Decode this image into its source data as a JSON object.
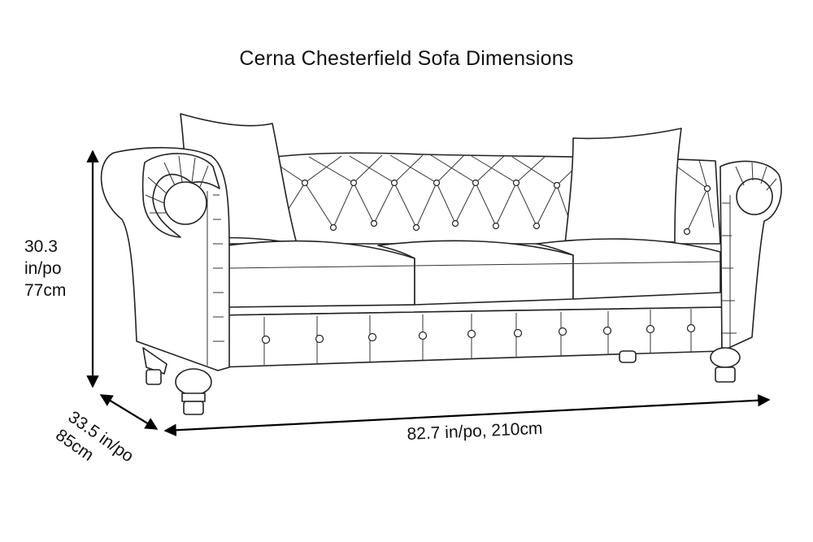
{
  "title": "Cerna Chesterfield Sofa Dimensions",
  "dimensions": {
    "height": {
      "line1": "30.3",
      "line2": "in/po",
      "line3": "77cm"
    },
    "width": {
      "text": "82.7 in/po, 210cm"
    },
    "depth": {
      "line1": "33.5 in/po",
      "line2": "85cm"
    }
  }
}
